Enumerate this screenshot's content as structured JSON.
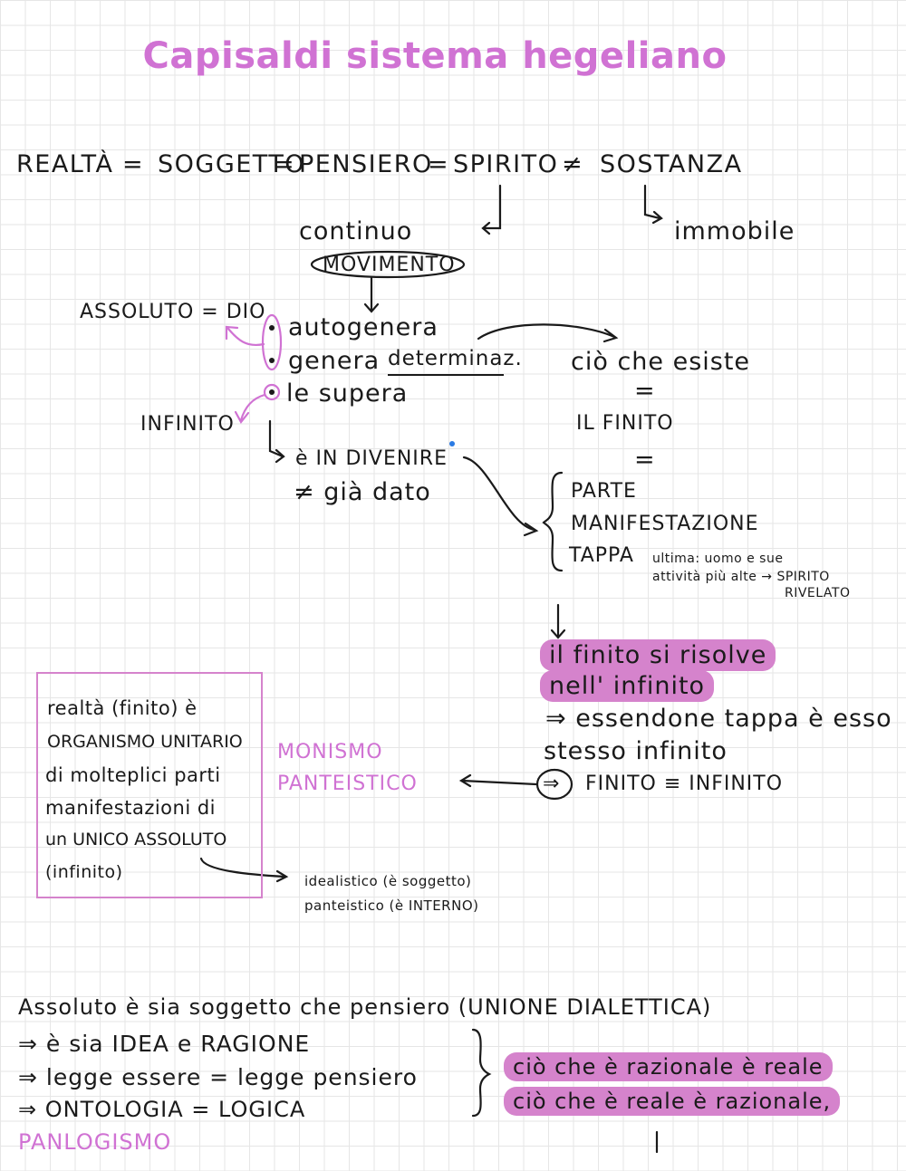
{
  "title": "Capisaldi sistema hegeliano",
  "row1": {
    "realta": "REALTÀ",
    "eq1": "=",
    "soggetto": "SOGGETTO",
    "eq2": "=",
    "pensiero": "PENSIERO",
    "eq3": "=",
    "spirito": "SPIRITO",
    "neq": "≠",
    "sostanza": "SOSTANZA"
  },
  "continuo": "continuo",
  "movimento": "MOVIMENTO",
  "immobile": "immobile",
  "assoluto_dio": "ASSOLUTO = DIO",
  "autogenera": "autogenera",
  "genera": "genera",
  "determinaz": "determinaz.",
  "le_supera": "le supera",
  "infinito": "INFINITO",
  "divenire": "è IN DIVENIRE",
  "gia_dato": "≠ già dato",
  "cio_che_esiste": "ciò che esiste",
  "eq_a": "=",
  "il_finito": "IL   FINITO",
  "eq_b": "=",
  "parte": "PARTE",
  "manifestazione": "MANIFESTAZIONE",
  "tappa": "TAPPA",
  "ultima_1": "ultima: uomo e sue",
  "ultima_2": "attività più alte → SPIRITO",
  "ultima_3": "RIVELATO",
  "finito_risolve_1": "il finito si risolve",
  "finito_risolve_2": "nell' infinito",
  "essendone_1": "⇒ essendone tappa è esso",
  "essendone_2": "stesso infinito",
  "implica": "⇒",
  "finito_eq_infinito": "FINITO ≡ INFINITO",
  "monismo_1": "MONISMO",
  "monismo_2": "PANTEISTICO",
  "box": {
    "l1": "realtà (finito) è",
    "l2": "ORGANISMO UNITARIO",
    "l3": "di molteplici parti",
    "l4": "manifestazioni di",
    "l5": "un UNICO ASSOLUTO",
    "l6": "(infinito)"
  },
  "idealistico": "idealistico  (è soggetto)",
  "panteistico": "panteistico  (è INTERNO)",
  "bottom": {
    "l1": "Assoluto è sia soggetto che pensiero (UNIONE DIALETTICA)",
    "l2": "⇒ è sia IDEA e RAGIONE",
    "l3": "⇒ legge essere = legge pensiero",
    "l4": "⇒ ONTOLOGIA = LOGICA",
    "panlogismo": "PANLOGISMO",
    "hl1": "ciò che è razionale è reale",
    "hl2": "ciò che è reale è razionale,",
    "mark": "|"
  },
  "colors": {
    "accent": "#d072d3",
    "highlight": "#d583cc",
    "ink": "#1a1a1a"
  }
}
